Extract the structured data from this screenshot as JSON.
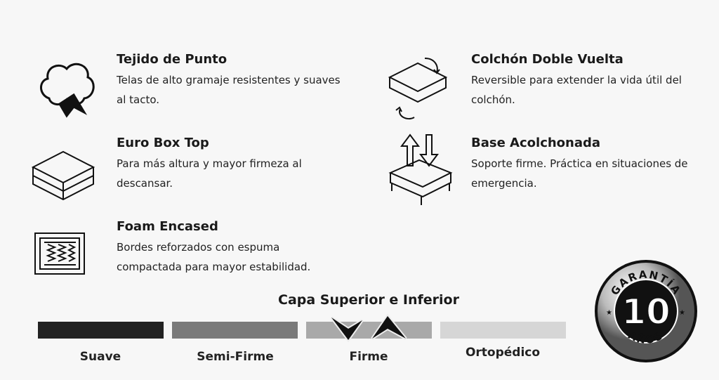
{
  "features": [
    {
      "title": "Tejido de Punto",
      "desc": "Telas de alto gramaje resistentes y suaves al tacto.",
      "icon": "cotton-icon"
    },
    {
      "title": "Euro Box Top",
      "desc": "Para más altura y mayor firmeza al descansar.",
      "icon": "mattress-icon"
    },
    {
      "title": "Foam Encased",
      "desc": "Bordes reforzados con espuma compactada para mayor estabilidad.",
      "icon": "springs-icon"
    },
    {
      "title": "Colchón Doble Vuelta",
      "desc": "Reversible para extender la vida útil del colchón.",
      "icon": "flip-mattress-icon"
    },
    {
      "title": "Base Acolchonada",
      "desc": "Soporte firme. Práctica en situaciones de emergencia.",
      "icon": "base-arrows-icon"
    }
  ],
  "firmness": {
    "title": "Capa Superior e Inferior",
    "levels": [
      "Suave",
      "Semi-Firme",
      "Firme",
      "Ortopédico"
    ],
    "selected": "Firme",
    "colors": [
      "#222222",
      "#7a7a7a",
      "#a9a9a9",
      "#d6d6d6"
    ]
  },
  "badge": {
    "top": "GARANTÍA",
    "number": "10",
    "bottom": "AÑOS"
  }
}
